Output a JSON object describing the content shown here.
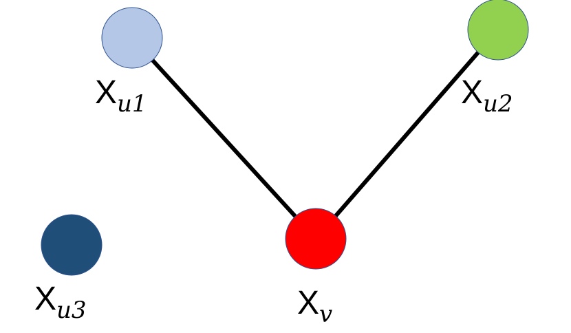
{
  "nodes": [
    {
      "id": "u1",
      "base": "X",
      "sub": "u1",
      "color": "#b4c7e7"
    },
    {
      "id": "u2",
      "base": "X",
      "sub": "u2",
      "color": "#92d050"
    },
    {
      "id": "u3",
      "base": "X",
      "sub": "u3",
      "color": "#1f4e79"
    },
    {
      "id": "v",
      "base": "X",
      "sub": "v",
      "color": "#ff0000"
    }
  ],
  "edges": [
    {
      "from": "u1",
      "to": "v"
    },
    {
      "from": "u2",
      "to": "v"
    }
  ],
  "edge_color": "#000000"
}
